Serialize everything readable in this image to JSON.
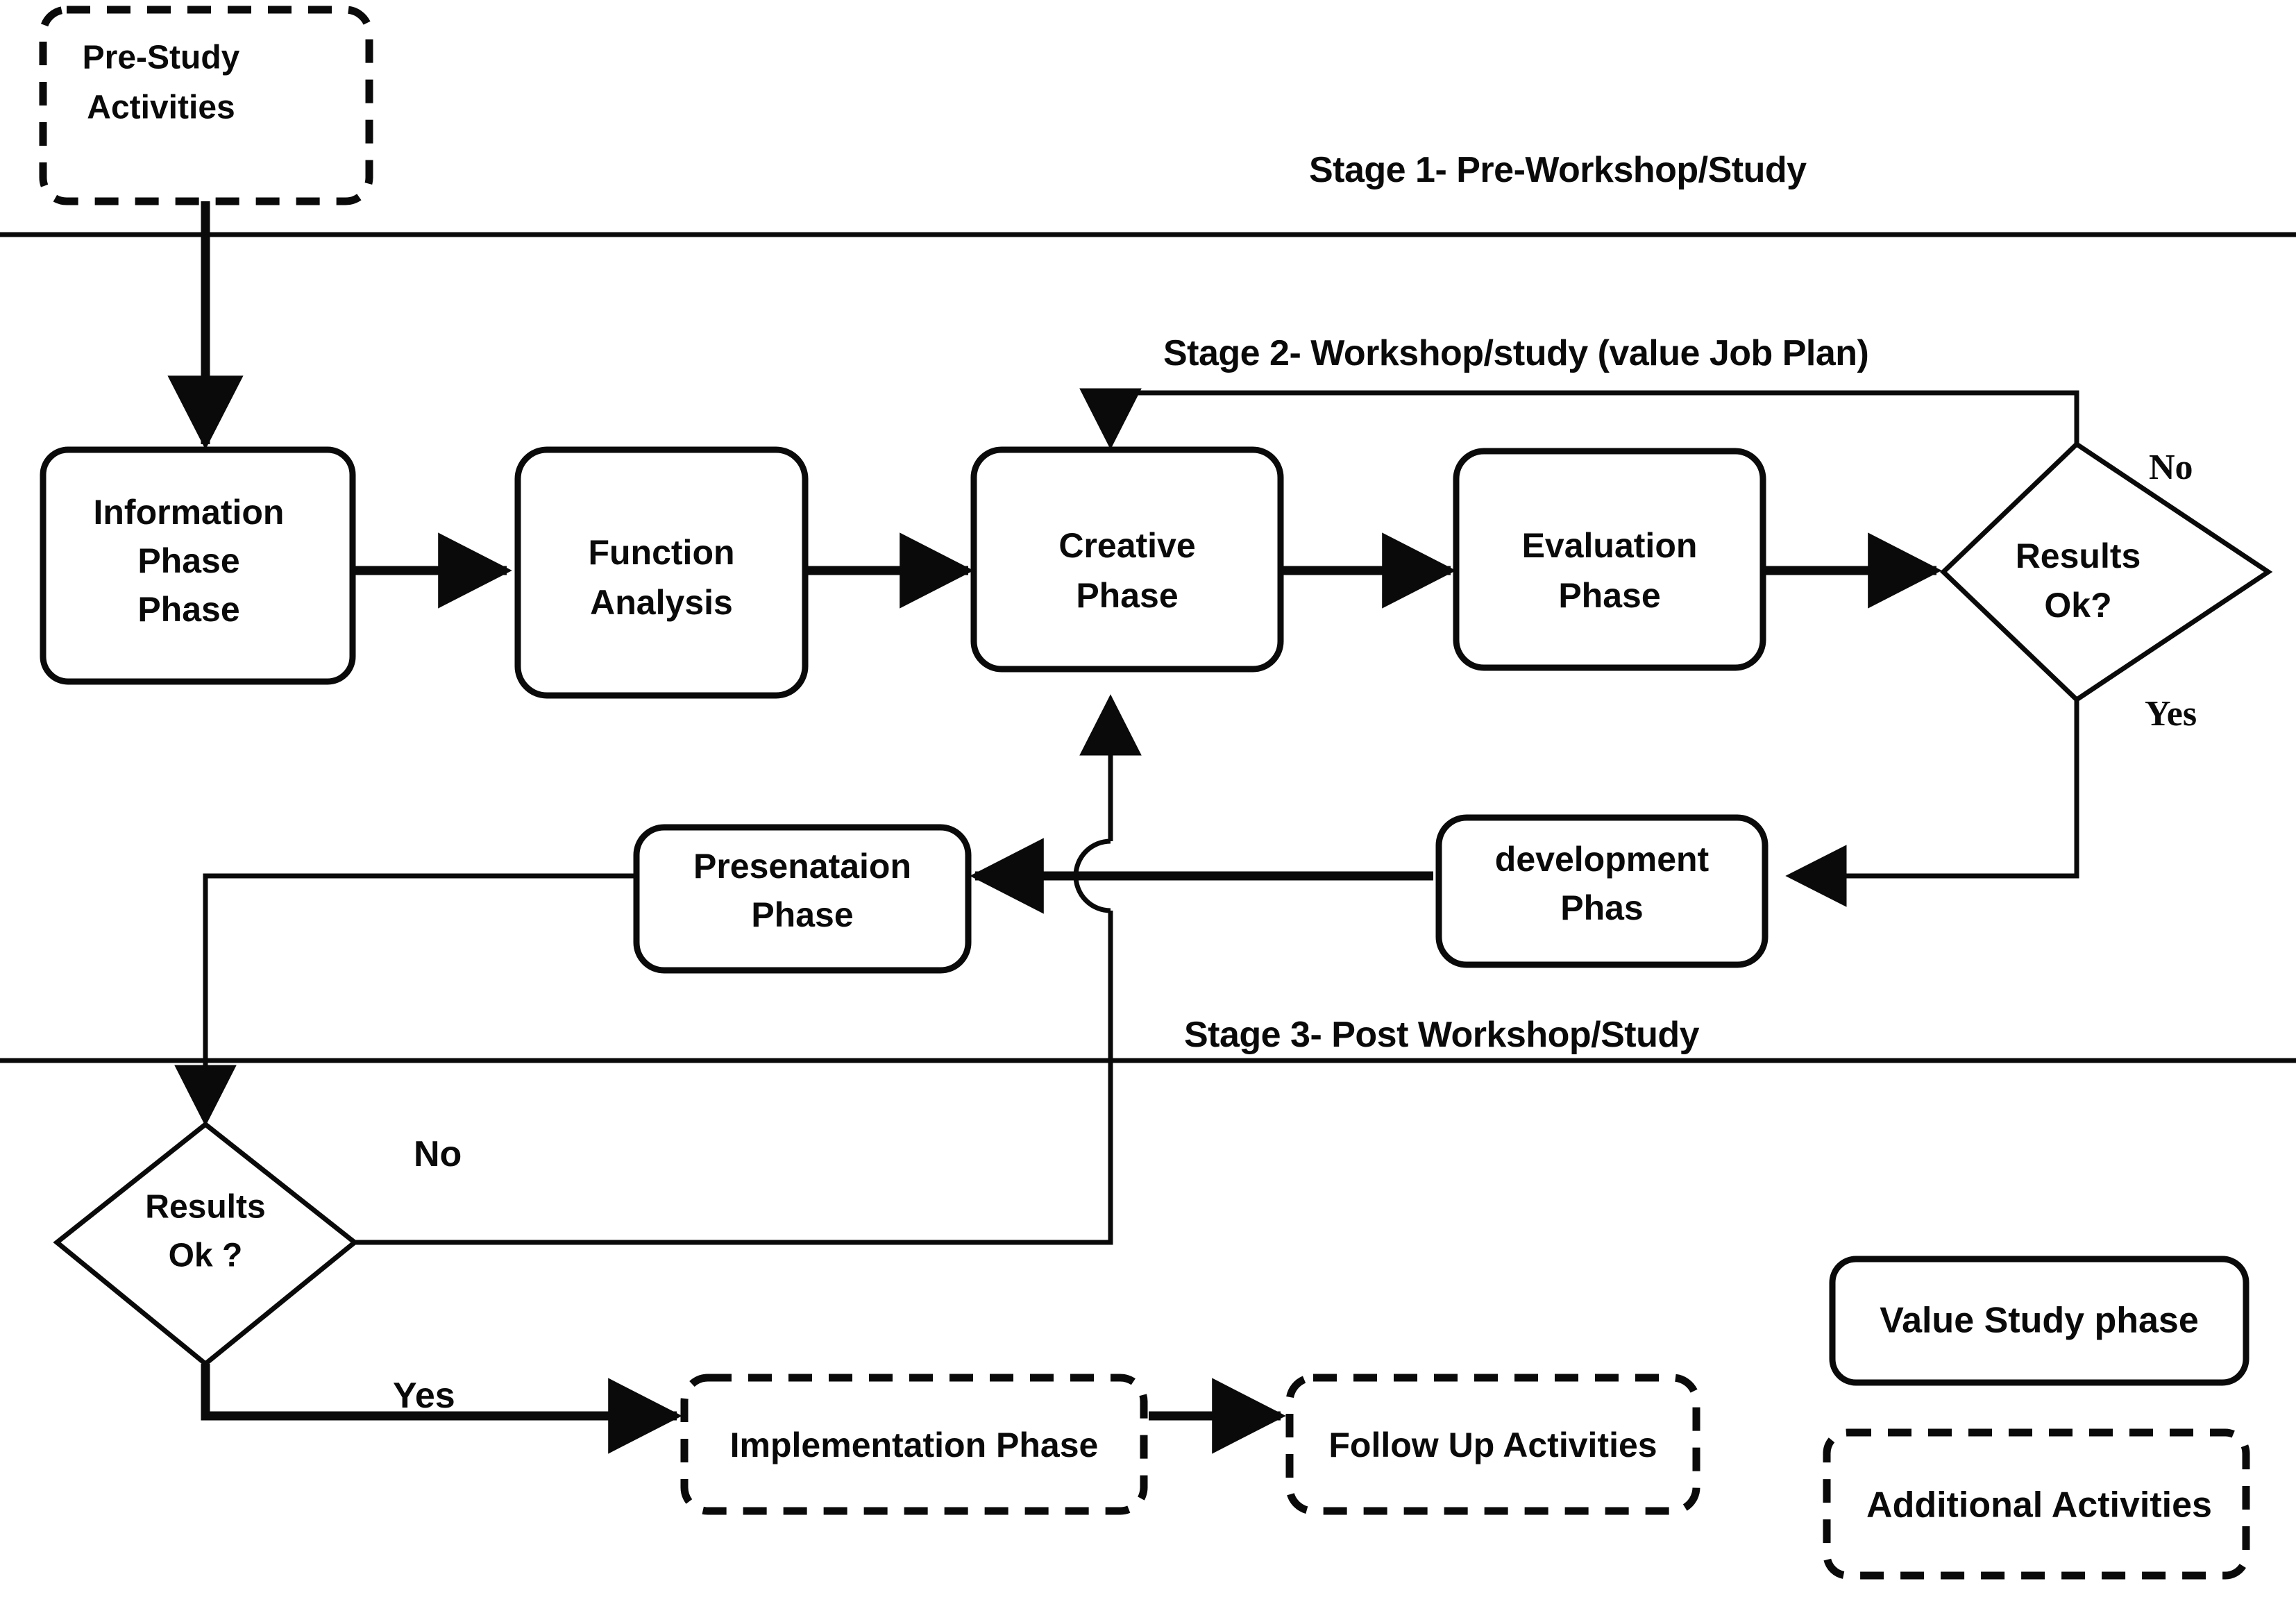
{
  "diagram": {
    "title_absent": true,
    "stages": [
      {
        "id": "stage1",
        "label": "Stage 1- Pre-Workshop/Study"
      },
      {
        "id": "stage2",
        "label": "Stage 2- Workshop/study (value Job Plan)"
      },
      {
        "id": "stage3",
        "label": "Stage 3- Post Workshop/Study"
      }
    ],
    "nodes": [
      {
        "id": "pre-study",
        "label_lines": [
          "Pre-Study",
          "Activities"
        ],
        "shape": "dashed-rounded-rect"
      },
      {
        "id": "information",
        "label_lines": [
          "Information",
          "Phase",
          "Phase"
        ],
        "shape": "rounded-rect"
      },
      {
        "id": "function",
        "label_lines": [
          "Function",
          "Analysis"
        ],
        "shape": "rounded-rect"
      },
      {
        "id": "creative",
        "label_lines": [
          "Creative",
          "Phase"
        ],
        "shape": "rounded-rect"
      },
      {
        "id": "evaluation",
        "label_lines": [
          "Evaluation",
          "Phase"
        ],
        "shape": "rounded-rect"
      },
      {
        "id": "results-top",
        "label_lines": [
          "Results",
          "Ok?"
        ],
        "shape": "diamond"
      },
      {
        "id": "development",
        "label_lines": [
          "development",
          "Phas"
        ],
        "shape": "rounded-rect"
      },
      {
        "id": "presentation",
        "label_lines": [
          "Presenataion",
          "Phase"
        ],
        "shape": "rounded-rect"
      },
      {
        "id": "results-bottom",
        "label_lines": [
          "Results",
          "Ok ?"
        ],
        "shape": "diamond"
      },
      {
        "id": "implementation",
        "label_lines": [
          "Implementation Phase"
        ],
        "shape": "dashed-rounded-rect"
      },
      {
        "id": "follow-up",
        "label_lines": [
          "Follow Up Activities"
        ],
        "shape": "dashed-rounded-rect"
      }
    ],
    "branch_labels": [
      {
        "id": "top-no",
        "text": "No"
      },
      {
        "id": "top-yes",
        "text": "Yes"
      },
      {
        "id": "bottom-no",
        "text": "No"
      },
      {
        "id": "bottom-yes",
        "text": "Yes"
      }
    ],
    "legend": [
      {
        "id": "legend-solid",
        "label": "Value Study phase",
        "shape": "rounded-rect"
      },
      {
        "id": "legend-dashed",
        "label": "Additional  Activities",
        "shape": "dashed-rounded-rect"
      }
    ],
    "colors": {
      "stroke": "#0a0a0a",
      "fill": "#ffffff",
      "background": "#ffffff"
    }
  }
}
